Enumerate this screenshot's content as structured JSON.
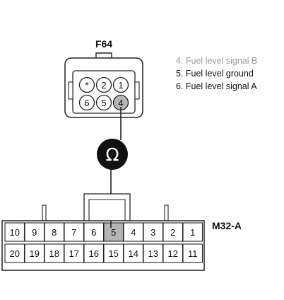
{
  "connector_top": {
    "label": "F64",
    "pins_row1": [
      "*",
      "2",
      "1"
    ],
    "pins_row2": [
      "6",
      "5",
      "4"
    ],
    "highlighted_pin": "4"
  },
  "legend": [
    {
      "text": "4. Fuel level signal B",
      "color": "#9a9a9a"
    },
    {
      "text": "5. Fuel level ground",
      "color": "#111111"
    },
    {
      "text": "6. Fuel level signal A",
      "color": "#111111"
    }
  ],
  "meter": {
    "symbol": "Ω",
    "icon": "ohmmeter-icon"
  },
  "connector_bottom": {
    "label": "M32-A",
    "row1": [
      "10",
      "9",
      "8",
      "7",
      "6",
      "5",
      "4",
      "3",
      "2",
      "1"
    ],
    "row2": [
      "20",
      "19",
      "18",
      "17",
      "16",
      "15",
      "14",
      "13",
      "12",
      "11"
    ],
    "highlighted_pin": "5"
  },
  "colors": {
    "highlight": "#b4b4b4",
    "line": "#222222",
    "meter_fill": "#111111",
    "meter_text": "#ffffff"
  }
}
